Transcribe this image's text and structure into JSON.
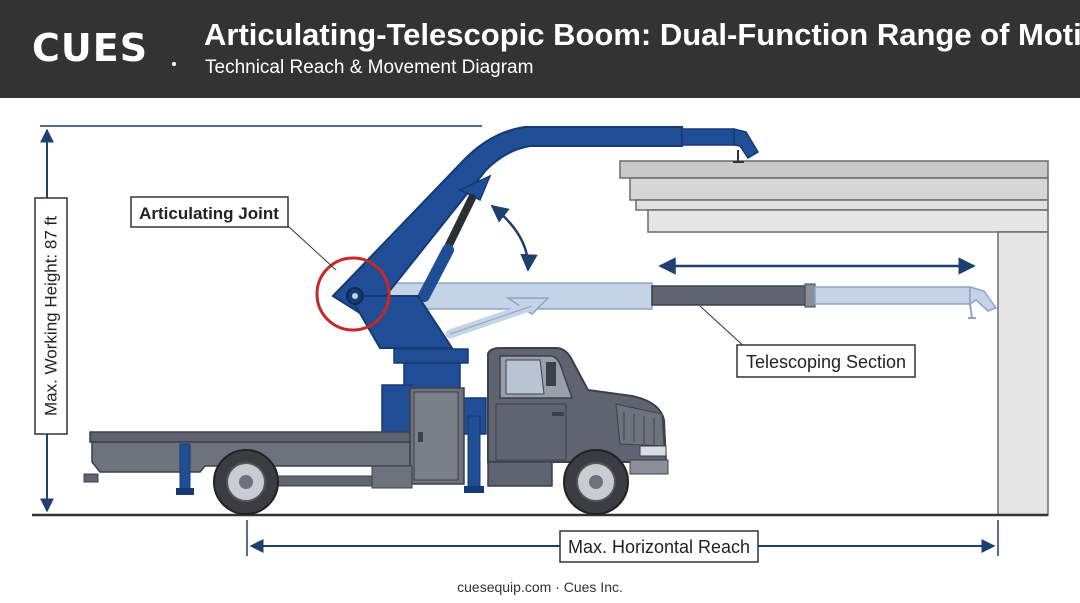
{
  "header": {
    "logo_text": "CUES",
    "title": "Articulating-Telescopic Boom: Dual-Function Range of Motion",
    "subtitle": "Technical Reach & Movement Diagram"
  },
  "labels": {
    "articulating_joint": "Articulating Joint",
    "telescoping_section": "Telescoping Section",
    "max_height": "Max. Working Height: 87 ft",
    "max_reach": "Max. Horizontal Reach"
  },
  "footer": {
    "text": "cuesequip.com · Cues Inc."
  },
  "colors": {
    "header_bg": "#333333",
    "boom_blue": "#1f4e96",
    "boom_dark": "#163a73",
    "ghost_boom": "#c4d3e6",
    "truck_gray": "#5f6470",
    "joint_highlight": "#c62828",
    "dimension_line": "#1f3f6e",
    "structure_gray": "#cfcfcf"
  }
}
